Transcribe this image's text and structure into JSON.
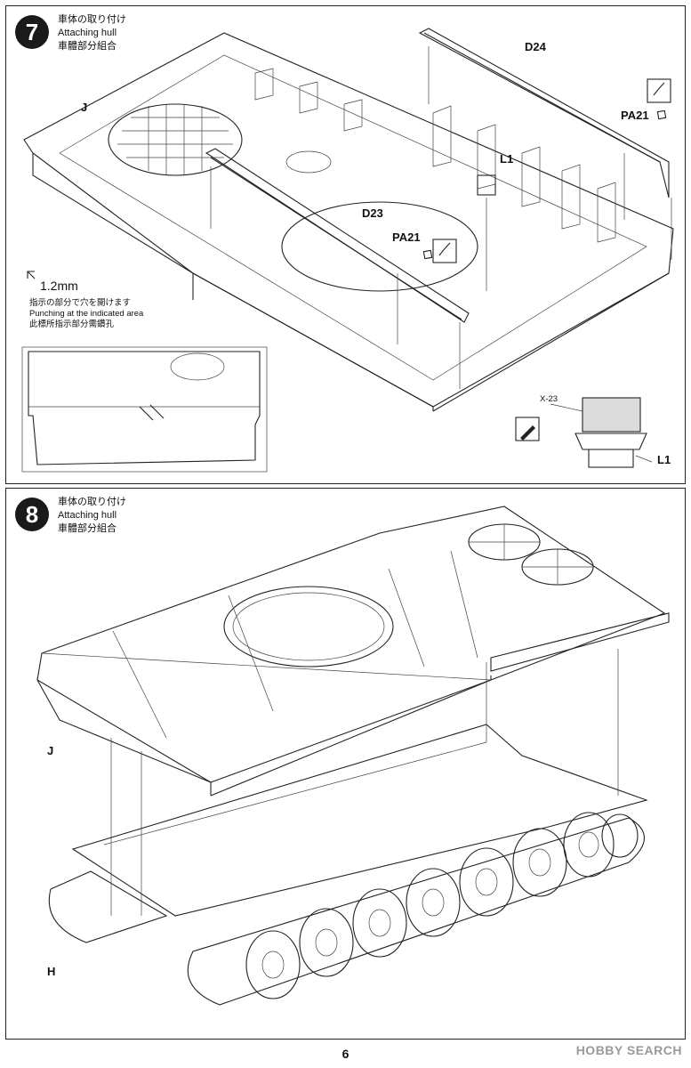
{
  "step7": {
    "number": "7",
    "title_jp": "車体の取り付け",
    "title_en": "Attaching hull",
    "title_cn": "車體部分組合",
    "parts": {
      "j": "J",
      "d24": "D24",
      "d23": "D23",
      "pa21_top": "PA21",
      "pa21_mid": "PA21",
      "l1_top": "L1",
      "l1_detail": "L1",
      "x23": "X-23"
    },
    "drill": {
      "size": "1.2mm",
      "note_jp": "指示の部分で穴を開けます",
      "note_en": "Punching at the indicated area",
      "note_cn": "此標所指示部分需鑽孔"
    }
  },
  "step8": {
    "number": "8",
    "title_jp": "車体の取り付け",
    "title_en": "Attaching hull",
    "title_cn": "車體部分組合",
    "parts": {
      "j": "J",
      "h": "H"
    }
  },
  "page_number": "6",
  "watermark": "HOBBY SEARCH"
}
